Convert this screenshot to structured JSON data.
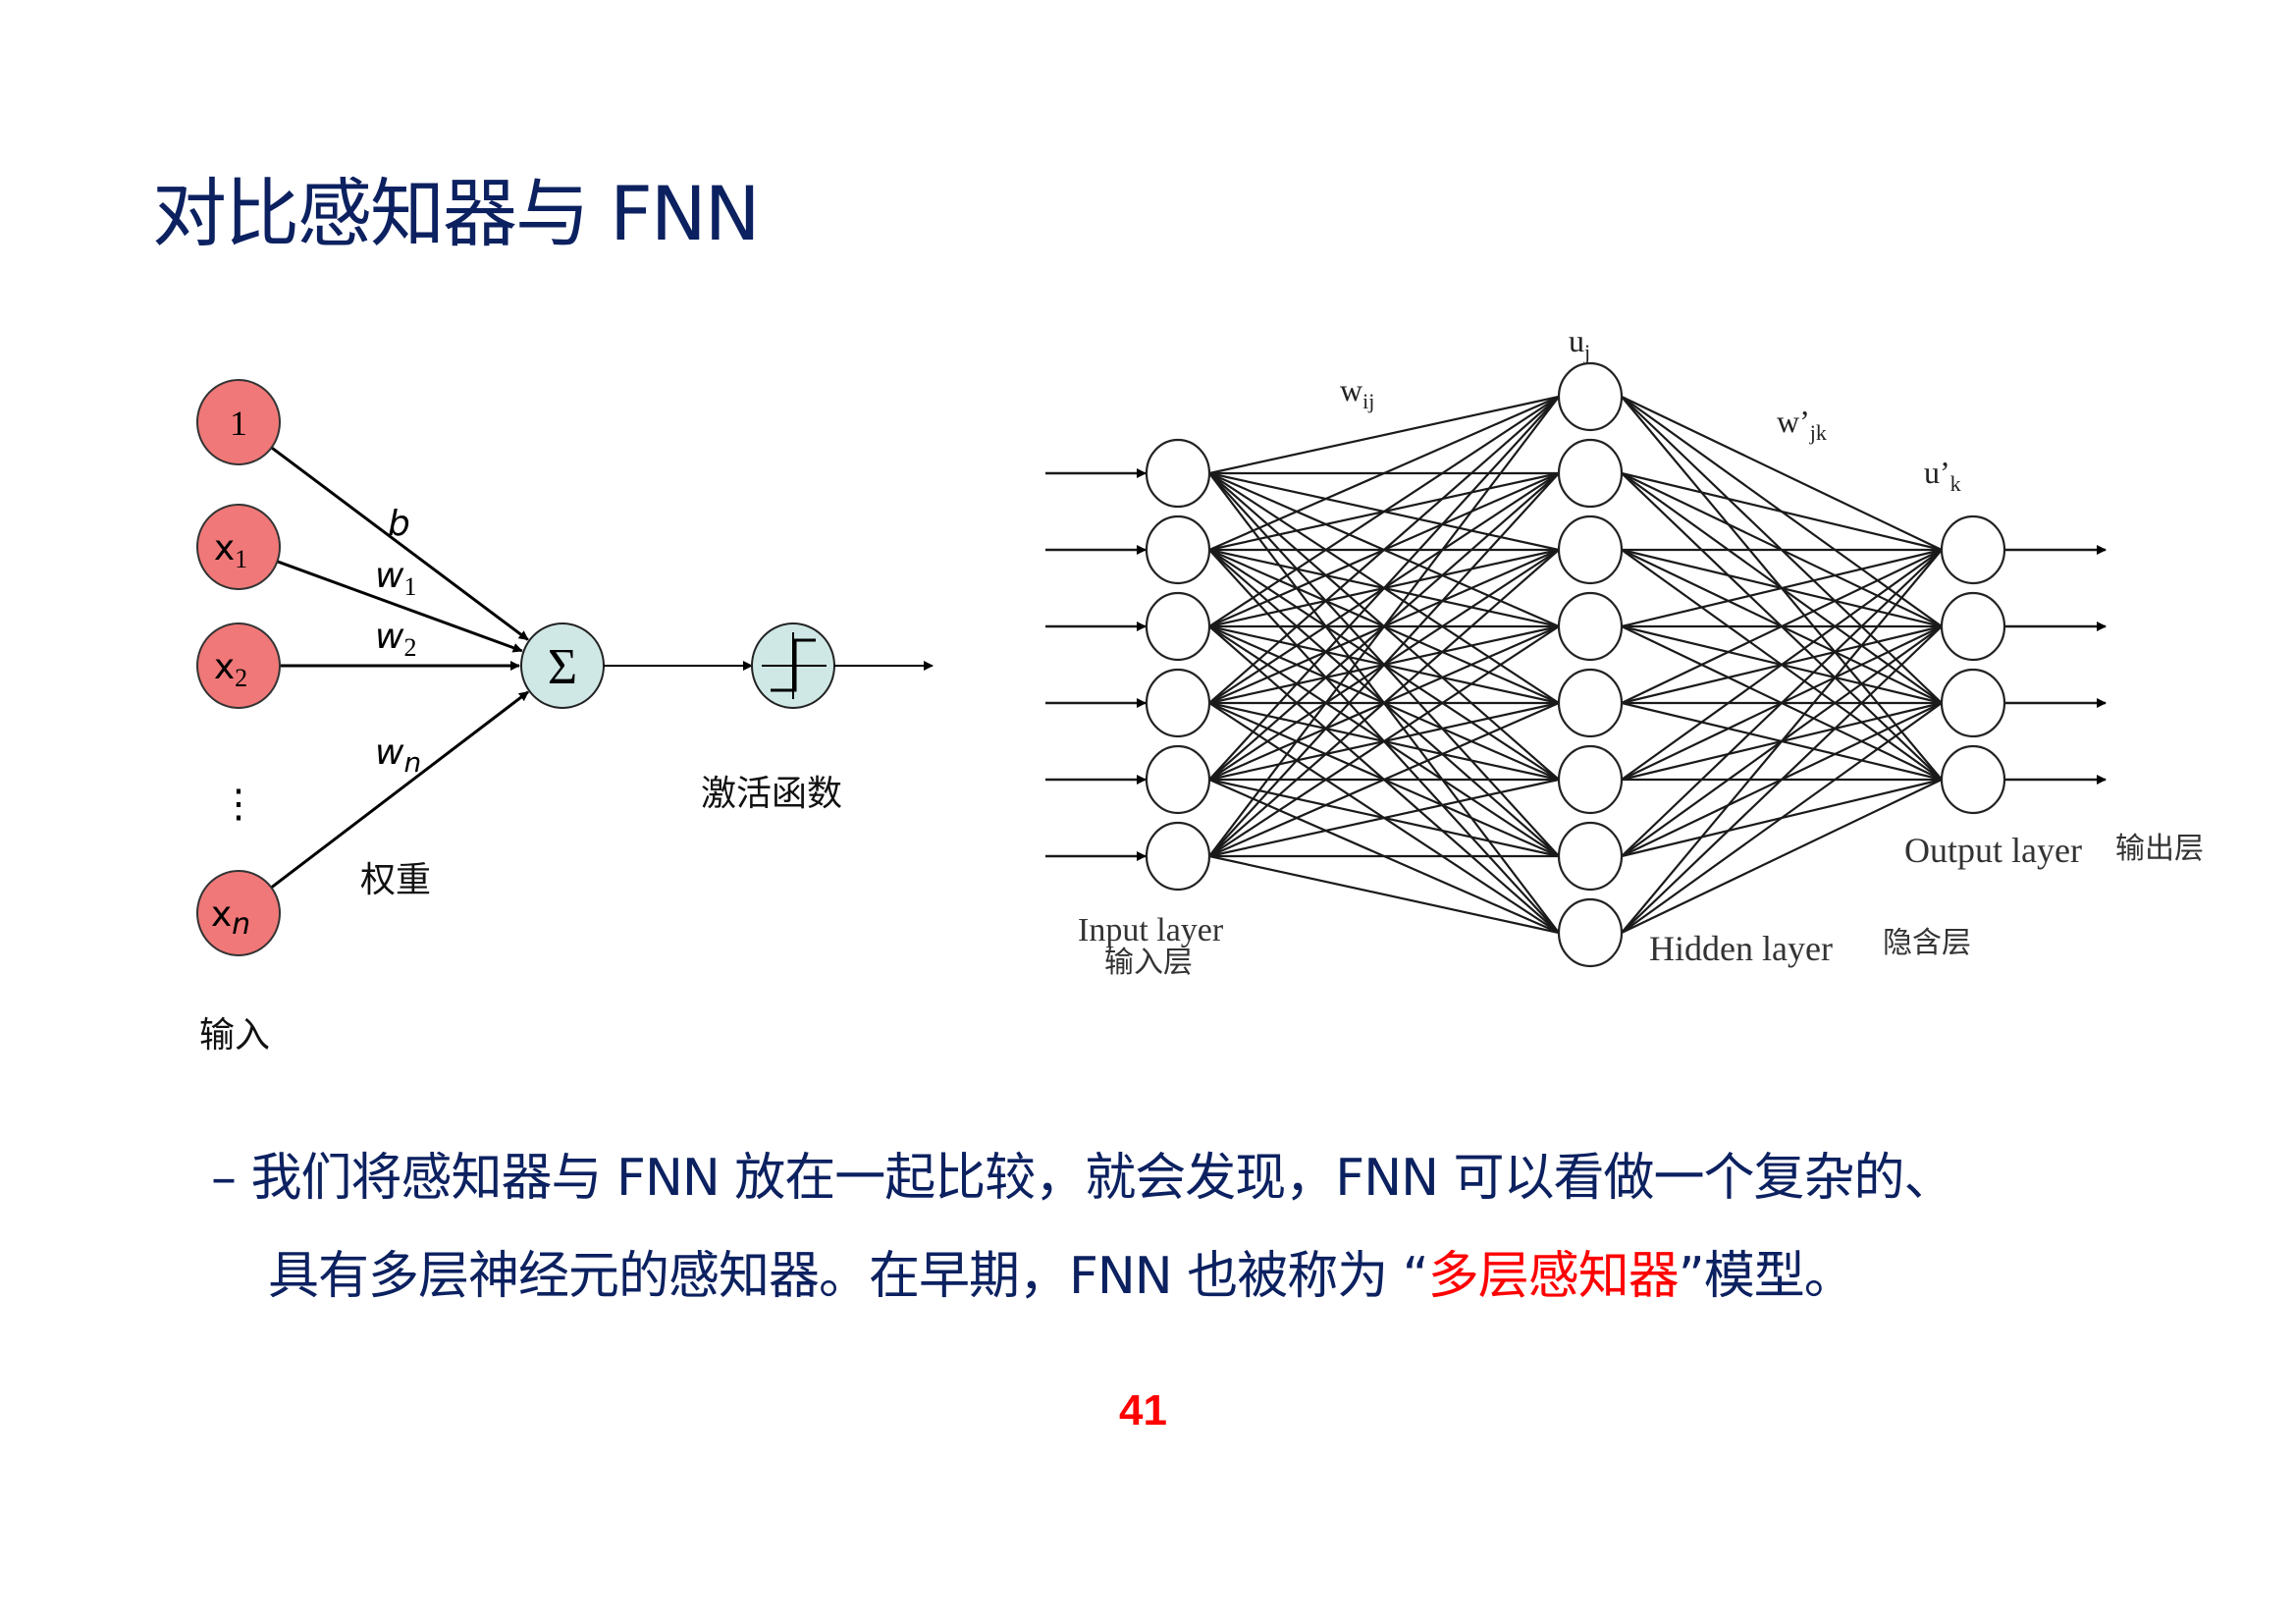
{
  "slide": {
    "title": "对比感知器与 FNN",
    "page_number": "41",
    "colors": {
      "title": "#0c2160",
      "body": "#0c2160",
      "highlight": "#ff0000",
      "input_node_fill": "#f07878",
      "sum_node_fill": "#cfe8e6",
      "page_number": "#ff0000"
    }
  },
  "perceptron": {
    "input_nodes": [
      {
        "label": "1",
        "sub": ""
      },
      {
        "label": "x",
        "sub": "1"
      },
      {
        "label": "x",
        "sub": "2"
      },
      {
        "label": "x",
        "sub": "n"
      }
    ],
    "ellipsis": "⋮",
    "weights": [
      {
        "label": "b",
        "sub": ""
      },
      {
        "label": "w",
        "sub": "1"
      },
      {
        "label": "w",
        "sub": "2"
      },
      {
        "label": "w",
        "sub": "n"
      }
    ],
    "sum_symbol": "Σ",
    "activation_icon": "step-function-icon",
    "labels": {
      "weights": "权重",
      "activation": "激活函数",
      "input": "输入"
    }
  },
  "fnn": {
    "layers": {
      "input": {
        "count": 6,
        "label_en": "Input layer",
        "label_zh": "输入层"
      },
      "hidden": {
        "count": 8,
        "label_en": "Hidden layer",
        "label_zh": "隐含层"
      },
      "output": {
        "count": 4,
        "label_en": "Output layer",
        "label_zh": "输出层"
      }
    },
    "weight_labels": {
      "input_hidden": {
        "base": "w",
        "sub": "ij"
      },
      "hidden_output": {
        "base": "w’",
        "sub": "jk"
      }
    },
    "node_labels": {
      "hidden": {
        "base": "u",
        "sub": "j"
      },
      "output": {
        "base": "u’",
        "sub": "k"
      }
    }
  },
  "body": {
    "bullet": "–",
    "line1": "我们将感知器与 FNN 放在一起比较，就会发现，FNN 可以看做一个复杂的、",
    "line2_before": "具有多层神经元的感知器。在早期，FNN 也被称为",
    "open_quote": "“",
    "highlight": "多层感知器",
    "close_quote": "”",
    "line2_after": "模型。"
  }
}
